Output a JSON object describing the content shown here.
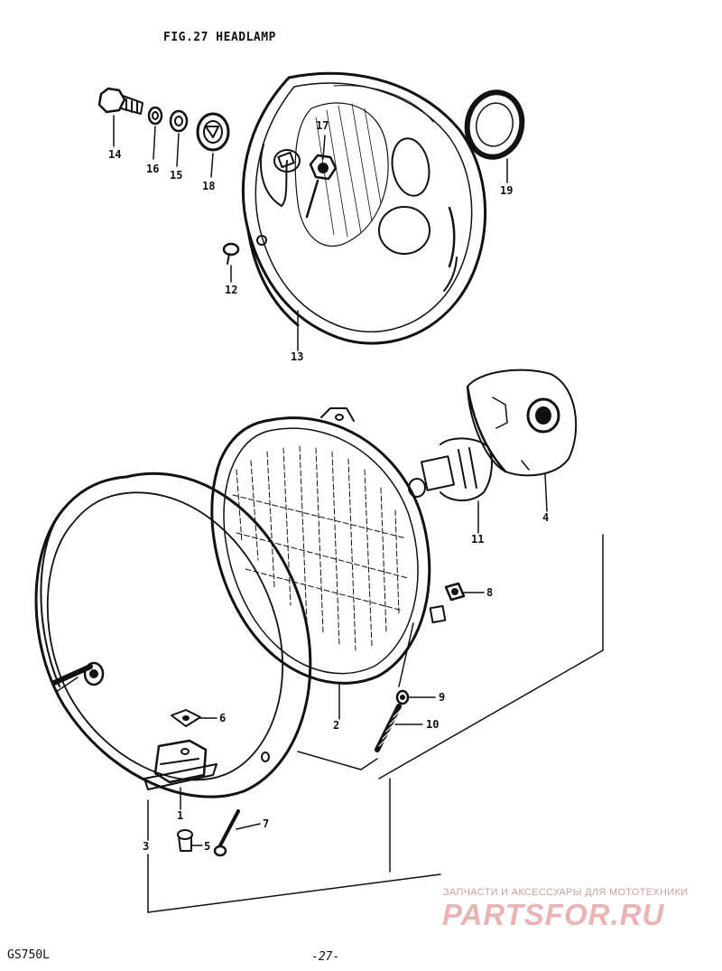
{
  "figure": {
    "title": "FIG.27 HEADLAMP",
    "model": "GS750L",
    "page_number": "-27-"
  },
  "callouts": {
    "c1": "1",
    "c2": "2",
    "c3": "3",
    "c4": "4",
    "c5": "5",
    "c6": "6",
    "c7": "7",
    "c8": "8",
    "c9": "9",
    "c10": "10",
    "c11": "11",
    "c12": "12",
    "c13": "13",
    "c14": "14",
    "c15": "15",
    "c16": "16",
    "c17": "17",
    "c18": "18",
    "c19": "19"
  },
  "watermark": {
    "tagline": "ЗАПЧАСТИ И АКСЕССУАРЫ ДЛЯ МОТОТЕХНИКИ",
    "logo": "PARTSFOR.RU"
  }
}
